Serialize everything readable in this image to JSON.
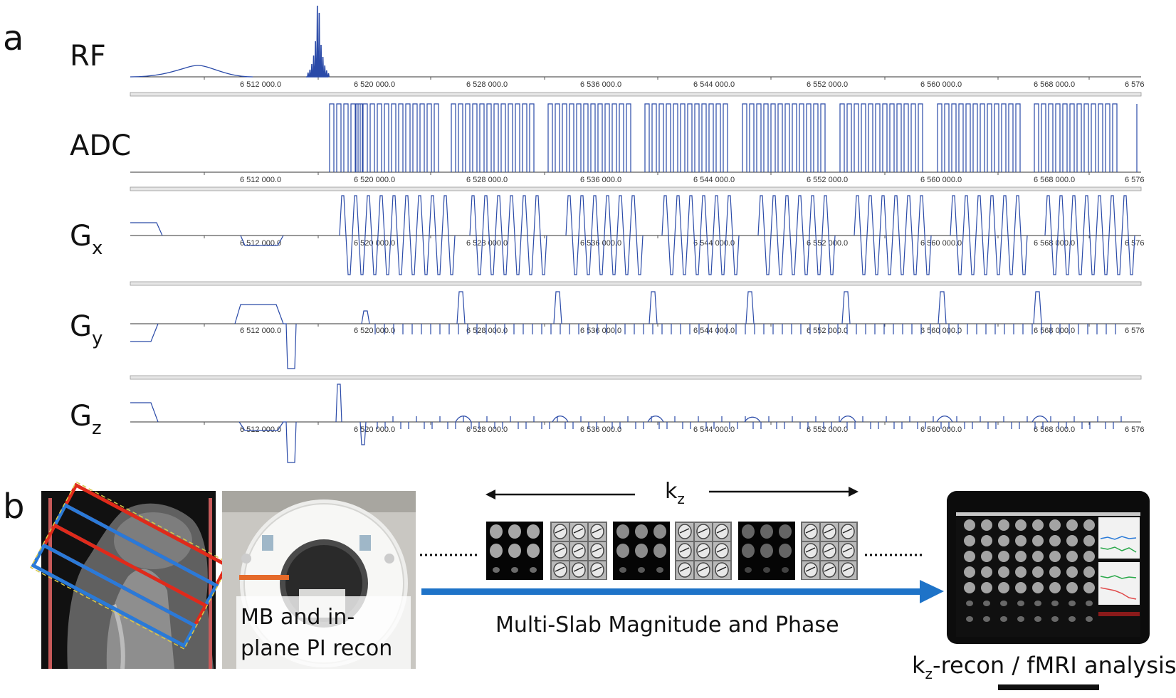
{
  "panel_a": {
    "letter": "a",
    "channels": [
      {
        "id": "rf",
        "label": "RF",
        "sub": ""
      },
      {
        "id": "adc",
        "label": "ADC",
        "sub": ""
      },
      {
        "id": "gx",
        "label": "G",
        "sub": "x"
      },
      {
        "id": "gy",
        "label": "G",
        "sub": "y"
      },
      {
        "id": "gz",
        "label": "G",
        "sub": "z"
      }
    ],
    "tick_labels": [
      "6 512 000.0",
      "6 520 000.0",
      "6 528 000.0",
      "6 536 000.0",
      "6 544 000.0",
      "6 552 000.0",
      "6 560 000.0",
      "6 568 000.0",
      "6 576"
    ]
  },
  "panel_b": {
    "letter": "b",
    "scanner_caption_line1": "MB and in-",
    "scanner_caption_line2": "plane PI recon",
    "kz_label": "k",
    "kz_sub": "z",
    "flow_caption": "Multi-Slab Magnitude and Phase",
    "recon_k": "k",
    "recon_sub": "z",
    "recon_rest": "-recon / fMRI analysis"
  },
  "colors": {
    "trace": "#2a4aa8",
    "arrow": "#1e73c8",
    "red_box": "#e02a1a",
    "blue_box": "#2a7ad8",
    "axis_line": "#666666"
  }
}
